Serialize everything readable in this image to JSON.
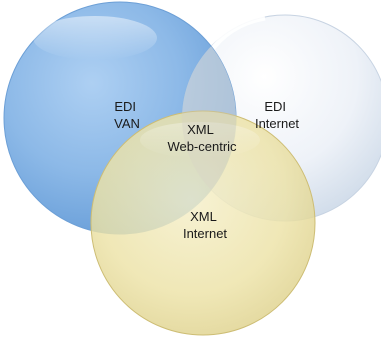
{
  "diagram": {
    "circles": [
      {
        "id": "edi-van",
        "color": "#7fb0e6",
        "label_lines": [
          "EDI",
          "VAN"
        ]
      },
      {
        "id": "edi-internet",
        "color": "#e6edf6",
        "label_lines": [
          "EDI",
          "Internet"
        ]
      },
      {
        "id": "xml-internet",
        "color": "#ede4a8",
        "label_lines": [
          "XML",
          "Internet"
        ]
      }
    ],
    "center_label_lines": [
      "XML",
      "Web-centric"
    ]
  }
}
